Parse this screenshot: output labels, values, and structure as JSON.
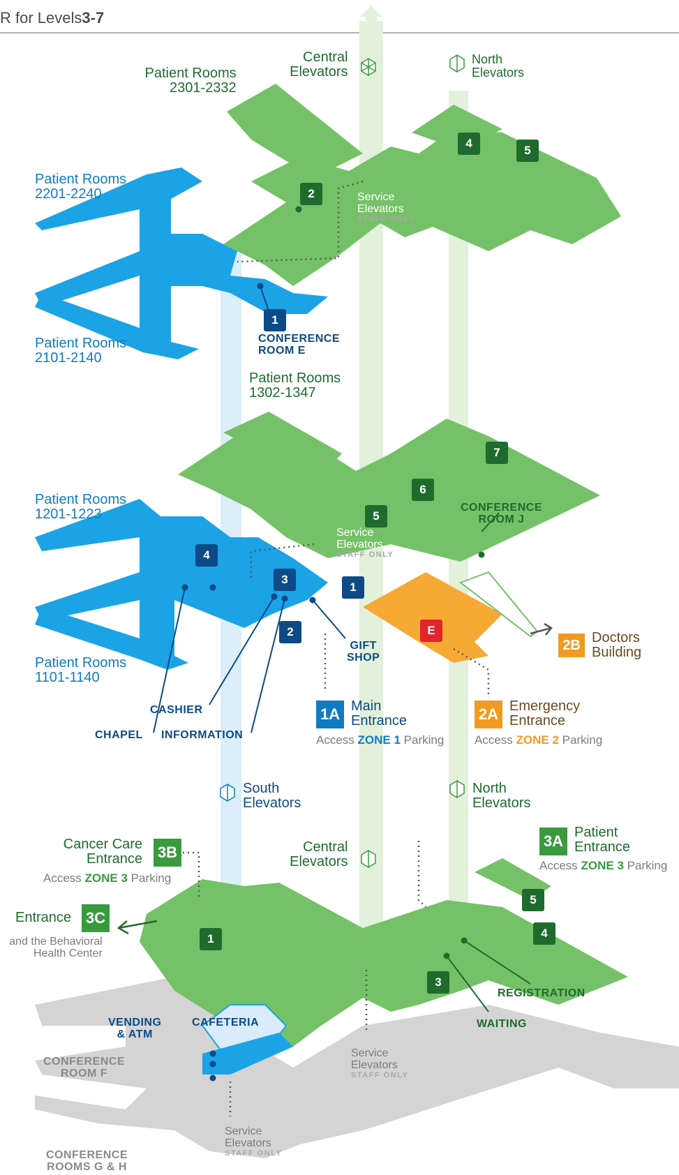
{
  "header": {
    "prefix": "R for Levels",
    "levels": "3-7"
  },
  "colors": {
    "green_floor": "#75c167",
    "blue_floor": "#1ba3e6",
    "gray_floor": "#d4d4d4",
    "orange_area": "#f6a935",
    "emergency_red": "#e3242b",
    "dark_green": "#1f6b2e",
    "navy": "#0d4a86"
  },
  "level2": {
    "patient_rooms_north_title": "Patient Rooms",
    "patient_rooms_north_range": "2301-2332",
    "patient_rooms_w1_title": "Patient Rooms",
    "patient_rooms_w1_range": "2201-2240",
    "patient_rooms_w2_title": "Patient Rooms",
    "patient_rooms_w2_range": "2101-2140",
    "central_elevators": [
      "Central",
      "Elevators"
    ],
    "north_elevators": [
      "North",
      "Elevators"
    ],
    "service_elevators": [
      "Service",
      "Elevators"
    ],
    "staff_only": "STAFF ONLY",
    "badges": [
      "1",
      "2",
      "4",
      "5"
    ],
    "conference": [
      "CONFERENCE",
      "ROOM E"
    ]
  },
  "level1": {
    "patient_rooms_north_title": "Patient Rooms",
    "patient_rooms_north_range": "1302-1347",
    "patient_rooms_w1_title": "Patient Rooms",
    "patient_rooms_w1_range": "1201-1223",
    "patient_rooms_w2_title": "Patient Rooms",
    "patient_rooms_w2_range": "1101-1140",
    "service_elevators": [
      "Service",
      "Elevators"
    ],
    "staff_only": "STAFF ONLY",
    "conference_j": [
      "CONFERENCE",
      "ROOM J"
    ],
    "badges": [
      "1",
      "2",
      "3",
      "4",
      "5",
      "6",
      "7"
    ],
    "emergency_badge": "E",
    "gift_shop": [
      "GIFT",
      "SHOP"
    ],
    "cashier": "CASHIER",
    "chapel": "CHAPEL",
    "information": "INFORMATION",
    "doctors_badge": "2B",
    "doctors": [
      "Doctors",
      "Building"
    ],
    "main_badge": "1A",
    "main": [
      "Main",
      "Entrance"
    ],
    "main_access": [
      "Access",
      "ZONE 1",
      "Parking"
    ],
    "emerg_badge": "2A",
    "emerg": [
      "Emergency",
      "Entrance"
    ],
    "emerg_access": [
      "Access",
      "ZONE 2",
      "Parking"
    ]
  },
  "ground": {
    "south_elevators": [
      "South",
      "Elevators"
    ],
    "north_elevators": [
      "North",
      "Elevators"
    ],
    "central_elevators": [
      "Central",
      "Elevators"
    ],
    "cancer_title": [
      "Cancer Care",
      "Entrance"
    ],
    "cancer_badge": "3B",
    "cancer_access": [
      "Access",
      "ZONE 3",
      "Parking"
    ],
    "patient_badge": "3A",
    "patient": [
      "Patient",
      "Entrance"
    ],
    "patient_access": [
      "Access",
      "ZONE 3",
      "Parking"
    ],
    "entrance_label": "Entrance",
    "entrance_badge": "3C",
    "behavioral": [
      "and the Behavioral",
      "Health Center"
    ],
    "badges": [
      "1",
      "3",
      "4",
      "5"
    ],
    "vending": [
      "VENDING",
      "& ATM"
    ],
    "cafeteria": "CAFETERIA",
    "conference_f": [
      "CONFERENCE",
      "ROOM F"
    ],
    "conference_gh": [
      "CONFERENCE",
      "ROOMS G & H"
    ],
    "registration": "REGISTRATION",
    "waiting": "WAITING",
    "service_a": [
      "Service",
      "Elevators"
    ],
    "service_b": [
      "Service",
      "Elevators"
    ],
    "staff_only": "STAFF ONLY"
  }
}
